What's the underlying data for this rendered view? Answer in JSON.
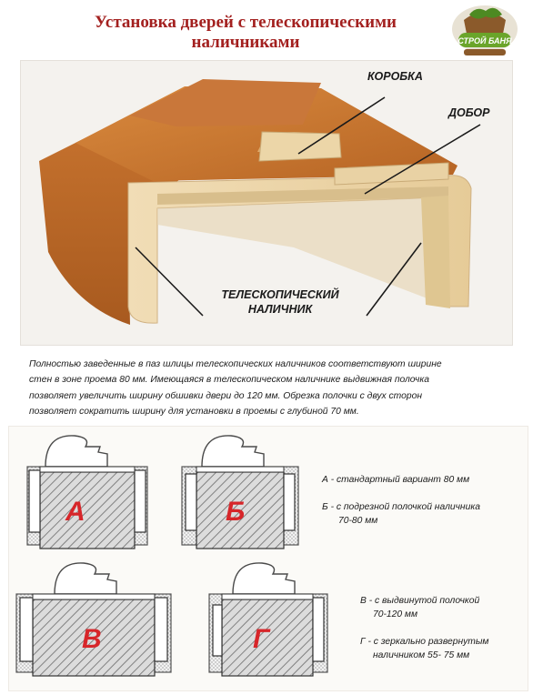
{
  "title_line1": "Установка дверей с телескопическими",
  "title_line2": "наличниками",
  "logo": {
    "text": "СТРОЙ БАНЯ",
    "accent": "#6aa52a"
  },
  "labels": {
    "korobka": "КОРОБКА",
    "dobor": "ДОБОР",
    "nalichnik_line1": "ТЕЛЕСКОПИЧЕСКИЙ",
    "nalichnik_line2": "НАЛИЧНИК"
  },
  "description": [
    "Полностью заведенные в паз шлицы телескопических наличников соответствуют ширине",
    "стен в зоне проема 80 мм. Имеющаяся в телескопическом наличнике выдвижная полочка",
    "позволяет увеличить ширину обшивки двери до 120 мм. Обрезка полочки с двух сторон",
    "позволяет сократить ширину для установки в проемы с глубиной 70 мм."
  ],
  "diagrams": [
    {
      "letter": "А"
    },
    {
      "letter": "Б"
    },
    {
      "letter": "В"
    },
    {
      "letter": "Г"
    }
  ],
  "captions": {
    "a": "А - стандартный вариант 80 мм",
    "b_line1": "Б - с подрезной полочкой наличника",
    "b_line2": "70-80 мм",
    "v_line1": "В - с выдвинутой полочкой",
    "v_line2": "70-120 мм",
    "g_line1": "Г - с зеркально развернутым",
    "g_line2": "наличником 55- 75 мм"
  },
  "colors": {
    "title": "#a3201f",
    "letters": "#d7262a",
    "wood": "#c8742f"
  }
}
